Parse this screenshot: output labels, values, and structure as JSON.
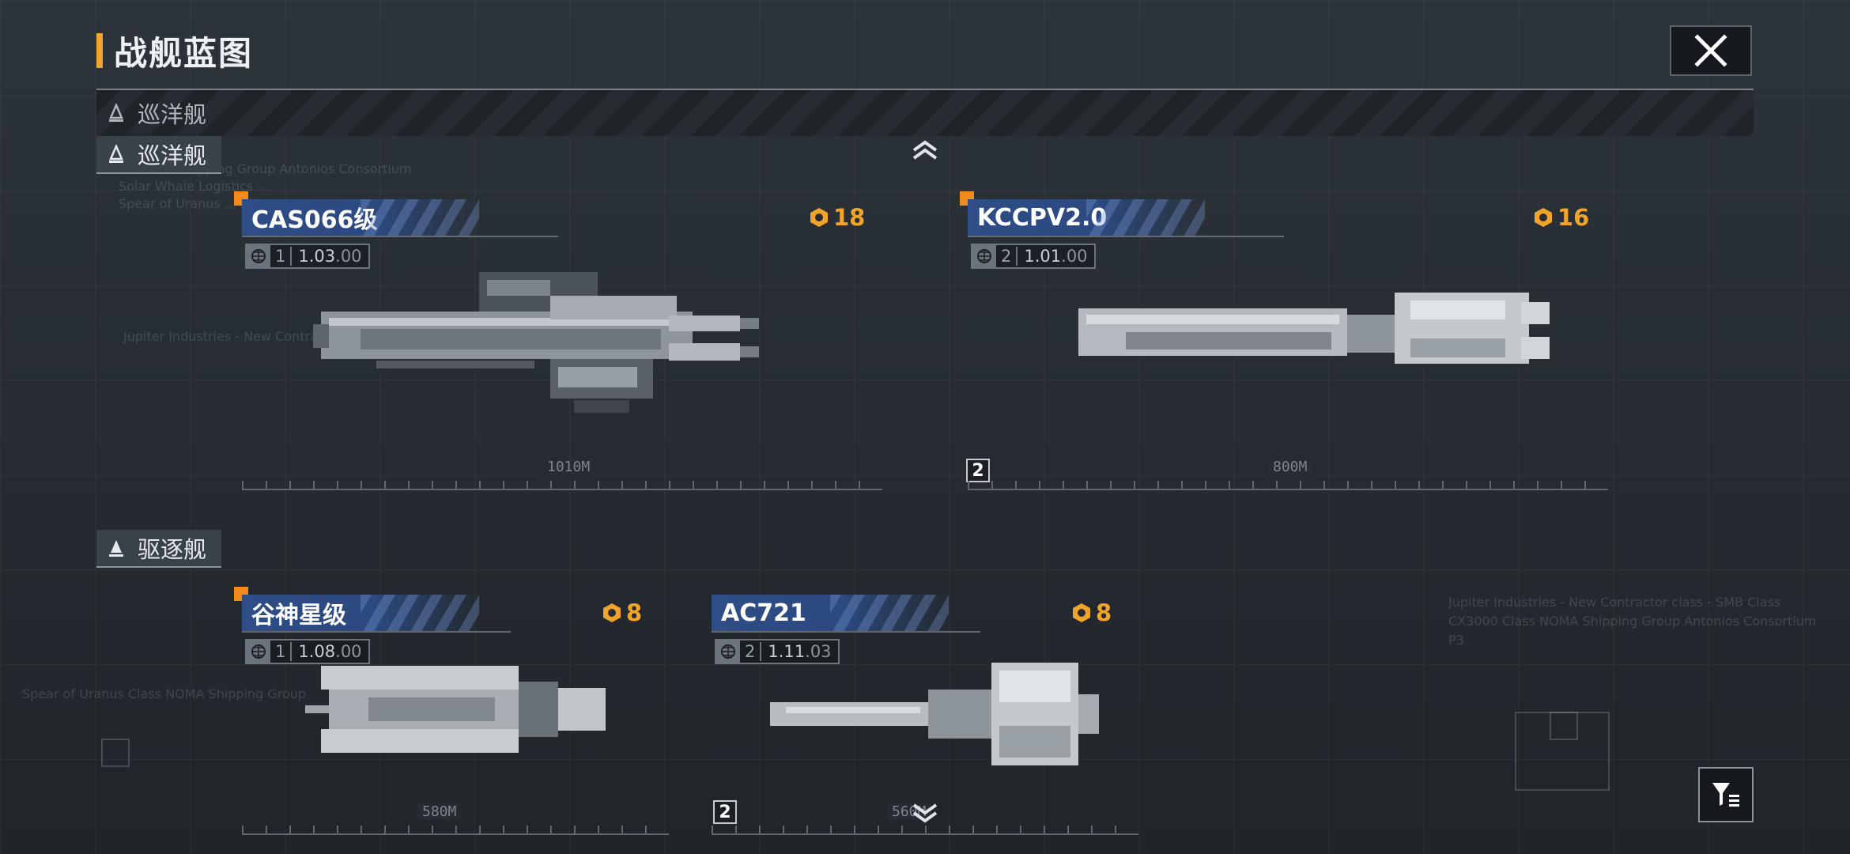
{
  "header": {
    "title": "战舰蓝图"
  },
  "sticky_category": {
    "label": "巡洋舰"
  },
  "sections": [
    {
      "label": "巡洋舰",
      "ships": [
        {
          "name": "CAS066级",
          "cost": "18",
          "tier": "1",
          "version_main": "1.03",
          "version_sub": ".00",
          "length": "1010M"
        },
        {
          "name": "KCCPV2.0",
          "cost": "16",
          "tier": "2",
          "version_main": "1.01",
          "version_sub": ".00",
          "length": "800M",
          "badge": "2"
        }
      ]
    },
    {
      "label": "驱逐舰",
      "ships": [
        {
          "name": "谷神星级",
          "cost": "8",
          "tier": "1",
          "version_main": "1.08",
          "version_sub": ".00",
          "length": "580M"
        },
        {
          "name": "AC721",
          "cost": "8",
          "tier": "2",
          "version_main": "1.11",
          "version_sub": ".03",
          "length": "560M",
          "badge": "2"
        }
      ]
    }
  ],
  "background_text": {
    "line1": "... NOMA Shipping Group Antonios Consortium",
    "line2": "Solar Whale Logistics ...",
    "line3": "Spear of Uranus ...",
    "line4": "Jupiter Industries - New Contractors ...",
    "line5": "Spear of Uranus Class NOMA Shipping Group",
    "line6": "Jupiter Industries - New Contractor class - SMB Class",
    "line7": "CX3000 Class NOMA Shipping Group Antonios Consortium",
    "line8": "P3"
  },
  "colors": {
    "accent_orange": "#f2a42c",
    "marker_orange": "#f28a1c",
    "name_blue": "#2f4d86",
    "cost_gold": "#f0a52a"
  },
  "icons": {
    "close": "close-icon",
    "filter": "filter-icon",
    "cost": "cost-emblem-icon",
    "collapse": "chevron-up-icon",
    "expand": "chevron-down-icon",
    "category": "ship-class-icon"
  }
}
